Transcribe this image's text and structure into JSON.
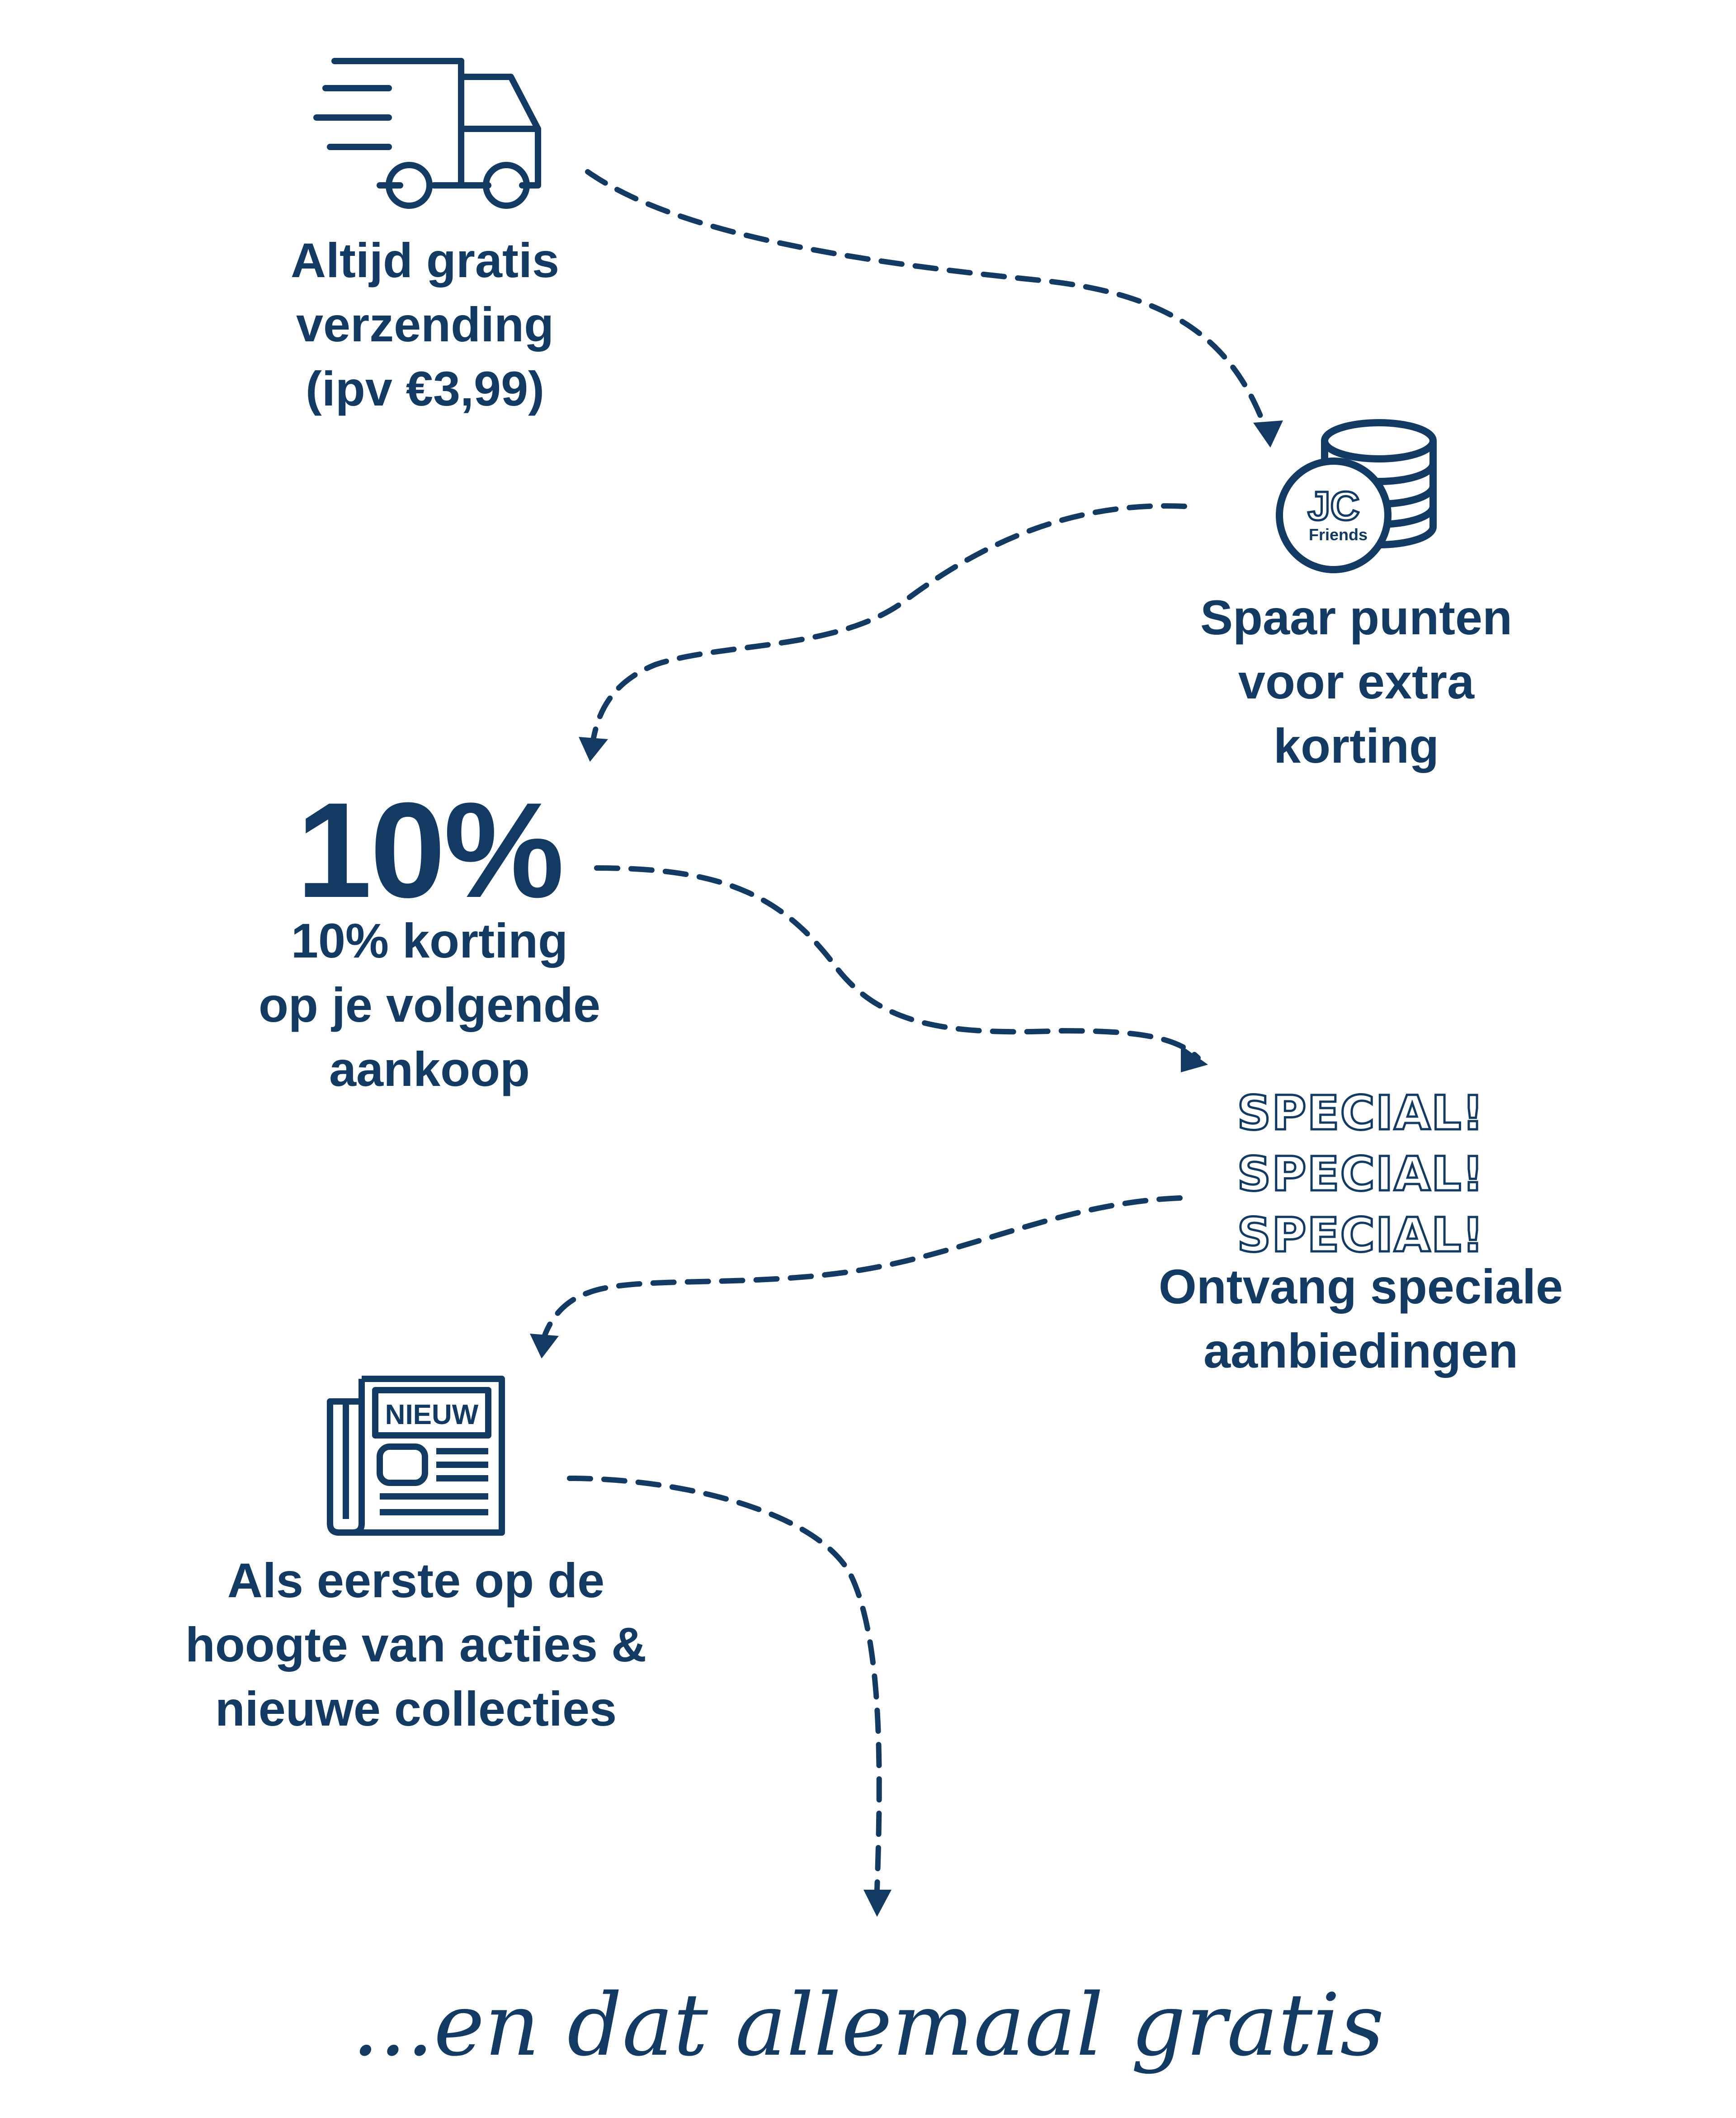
{
  "colors": {
    "primary": "#123a63",
    "background": "#ffffff"
  },
  "benefits": [
    {
      "icon": "delivery-truck-icon",
      "lines": [
        "Altijd gratis",
        "verzending",
        "(ipv €3,99)"
      ]
    },
    {
      "icon": "coin-stack-icon",
      "badge": [
        "JC",
        "Friends"
      ],
      "lines": [
        "Spaar punten",
        "voor extra",
        "korting"
      ]
    },
    {
      "highlight": "10%",
      "lines": [
        "10% korting",
        "op je volgende",
        "aankoop"
      ]
    },
    {
      "special": [
        "SPECIAL!",
        "SPECIAL!",
        "SPECIAL!"
      ],
      "lines": [
        "Ontvang speciale",
        "aanbiedingen"
      ]
    },
    {
      "icon": "newspaper-icon",
      "badge": [
        "NIEUW"
      ],
      "lines": [
        "Als eerste op de",
        "hoogte van acties &",
        "nieuwe collecties"
      ]
    }
  ],
  "tagline": "...en dat allemaal gratis"
}
